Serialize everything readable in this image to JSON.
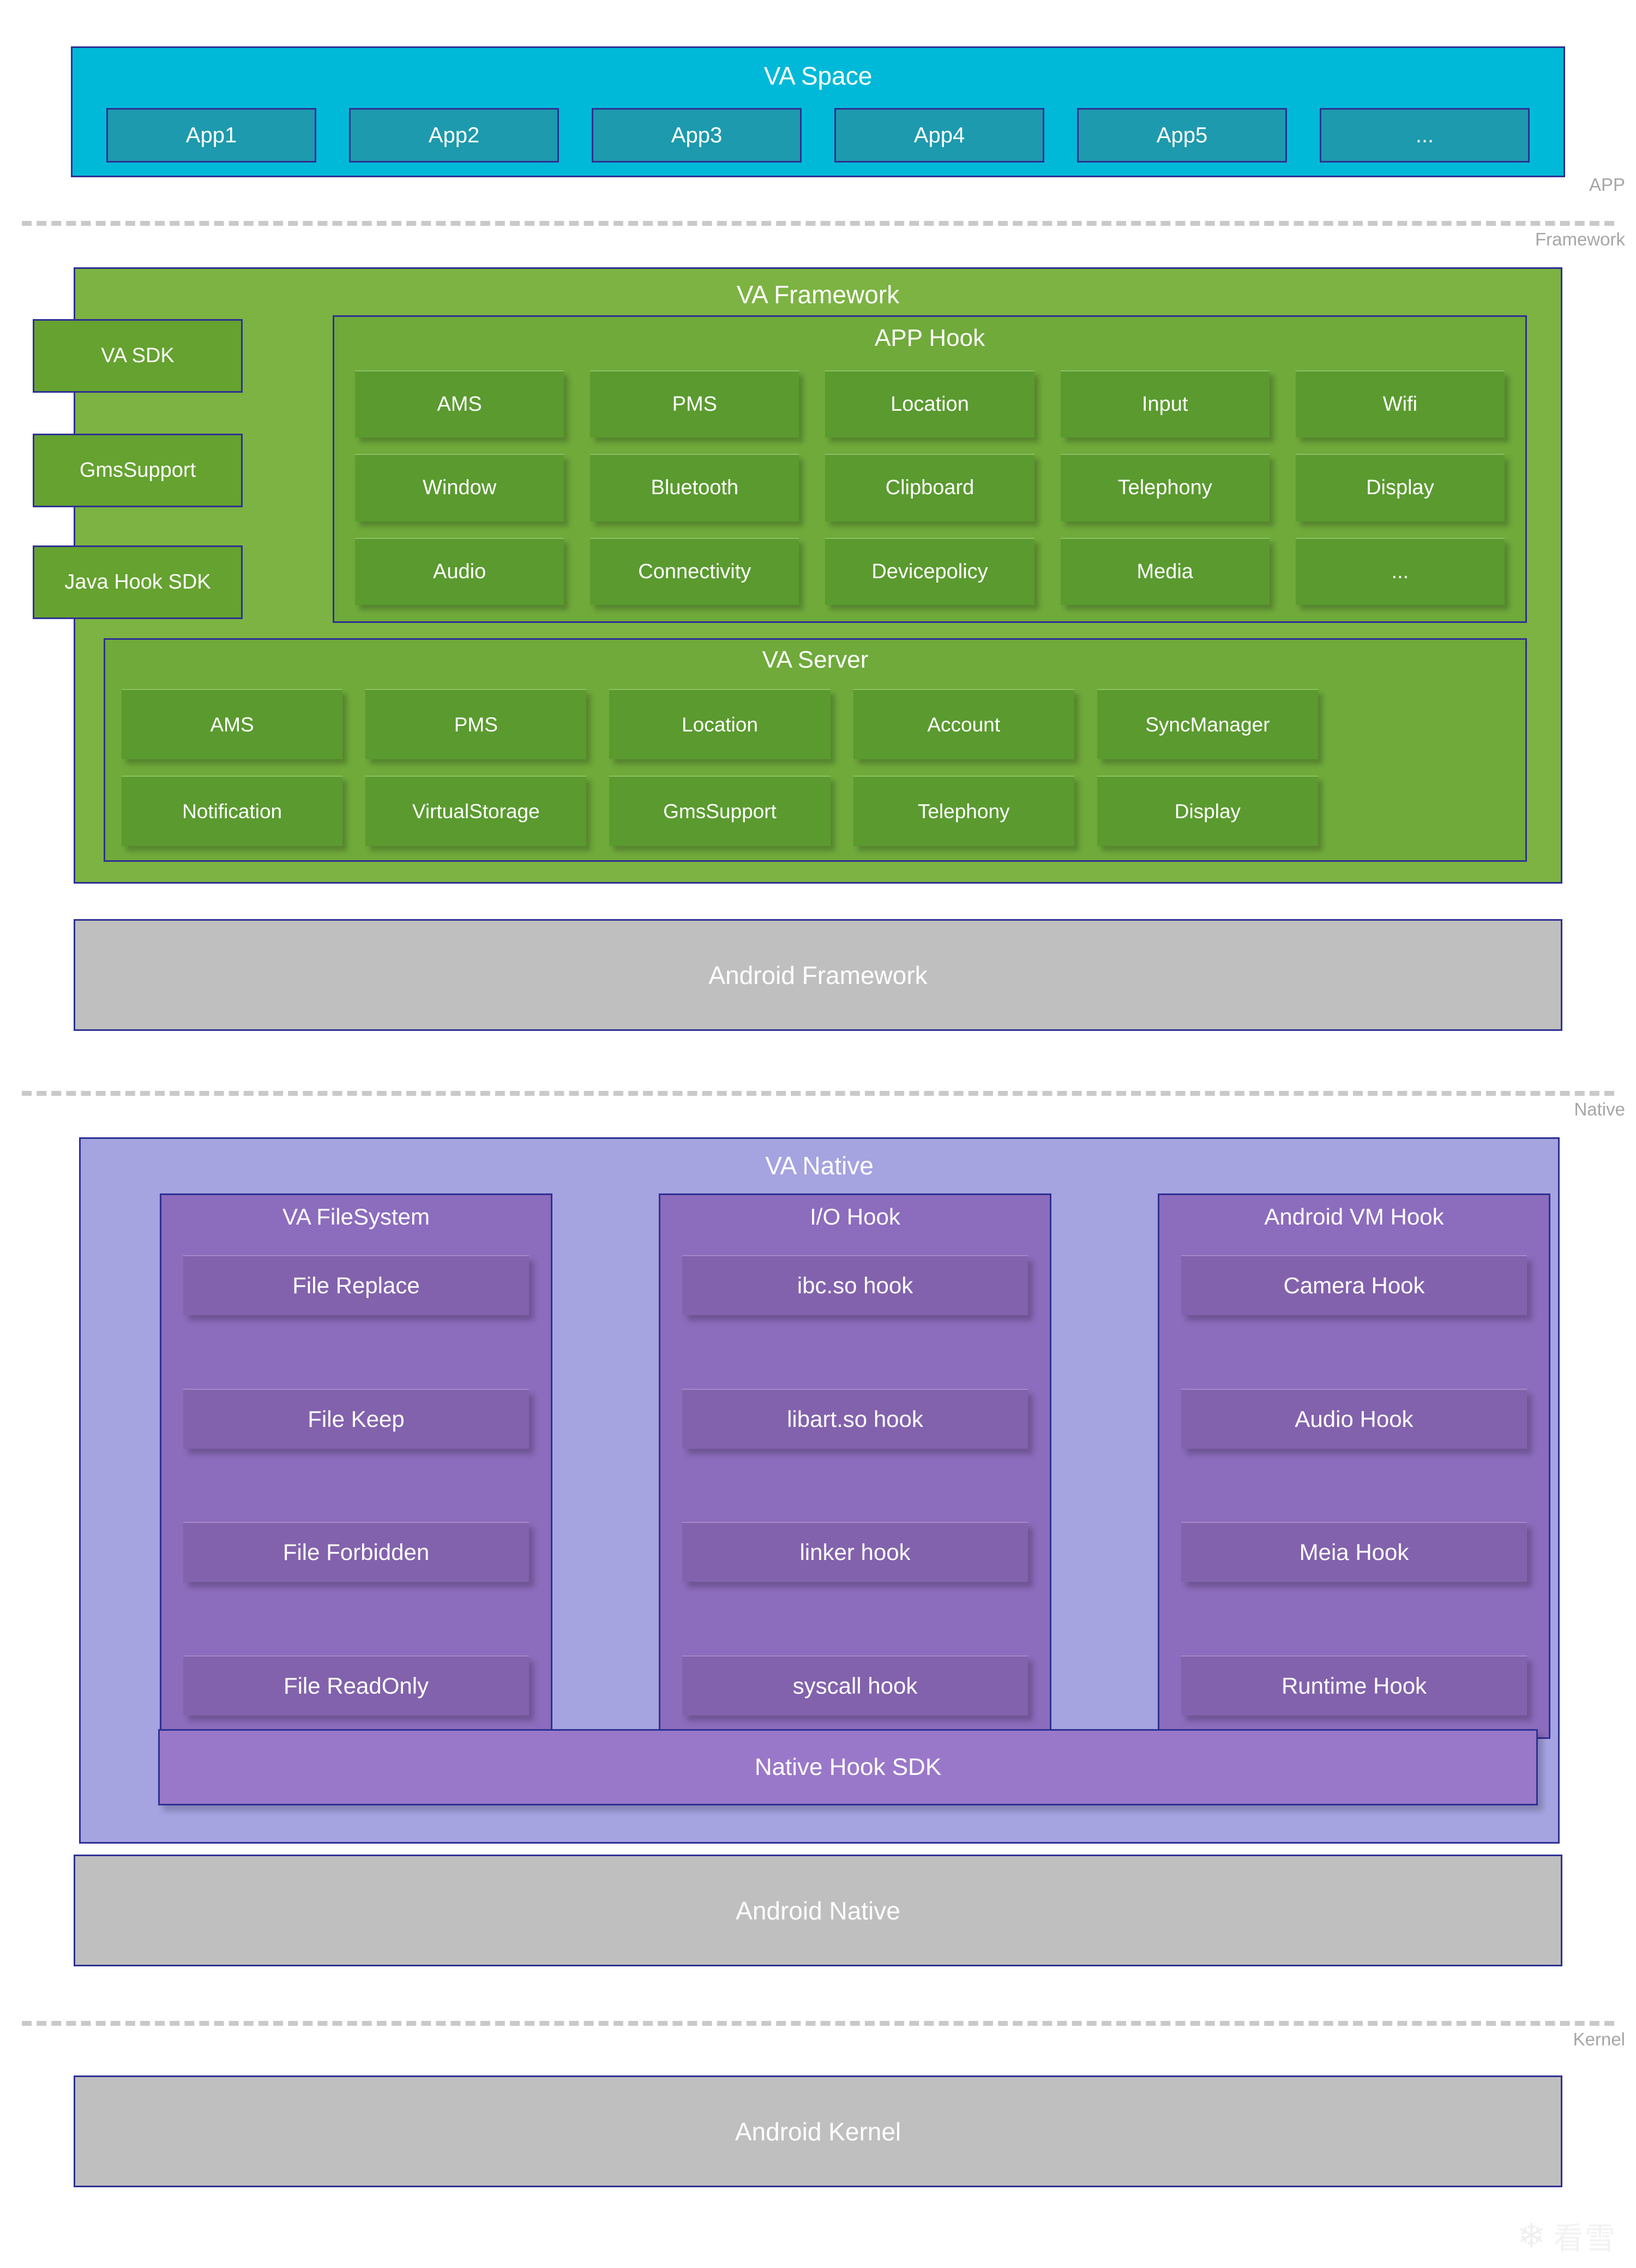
{
  "va_space": {
    "title": "VA Space",
    "apps": [
      "App1",
      "App2",
      "App3",
      "App4",
      "App5",
      "..."
    ]
  },
  "dividers": {
    "app_label": "APP",
    "framework_label": "Framework",
    "native_label": "Native",
    "kernel_label": "Kernel"
  },
  "va_framework": {
    "title": "VA Framework",
    "side_modules": [
      "VA SDK",
      "GmsSupport",
      "Java Hook SDK"
    ],
    "app_hook": {
      "title": "APP Hook",
      "items": [
        "AMS",
        "PMS",
        "Location",
        "Input",
        "Wifi",
        "Window",
        "Bluetooth",
        "Clipboard",
        "Telephony",
        "Display",
        "Audio",
        "Connectivity",
        "Devicepolicy",
        "Media",
        "..."
      ]
    },
    "va_server": {
      "title": "VA Server",
      "items": [
        "AMS",
        "PMS",
        "Location",
        "Account",
        "SyncManager",
        "Notification",
        "VirtualStorage",
        "GmsSupport",
        "Telephony",
        "Display"
      ]
    }
  },
  "android_framework": {
    "title": "Android Framework"
  },
  "va_native": {
    "title": "VA Native",
    "columns": [
      {
        "title": "VA FileSystem",
        "items": [
          "File Replace",
          "File Keep",
          "File Forbidden",
          "File ReadOnly"
        ]
      },
      {
        "title": "I/O Hook",
        "items": [
          "ibc.so hook",
          "libart.so hook",
          "linker hook",
          "syscall hook"
        ]
      },
      {
        "title": "Android VM Hook",
        "items": [
          "Camera Hook",
          "Audio Hook",
          "Meia Hook",
          "Runtime Hook"
        ]
      }
    ],
    "native_hook_sdk": "Native Hook SDK"
  },
  "android_native": {
    "title": "Android Native"
  },
  "android_kernel": {
    "title": "Android Kernel"
  },
  "watermark": {
    "glyph": "❄",
    "text": "看雪"
  },
  "colors": {
    "va_space_bg": "#00b9d8",
    "app_tile_bg": "#1d9aad",
    "framework_bg": "#7cb342",
    "framework_panel_bg": "#6faa3b",
    "framework_chip_bg": "#5a9a2f",
    "native_bg": "#a5a3e0",
    "native_panel_bg": "#8c6cbd",
    "native_chip_bg": "#8262ac",
    "native_sdk_bg": "#9a78c9",
    "slab_bg": "#bfbfbf",
    "border": "#2e3192",
    "divider": "#c9c9c9",
    "layer_label": "#a6a6a6"
  }
}
